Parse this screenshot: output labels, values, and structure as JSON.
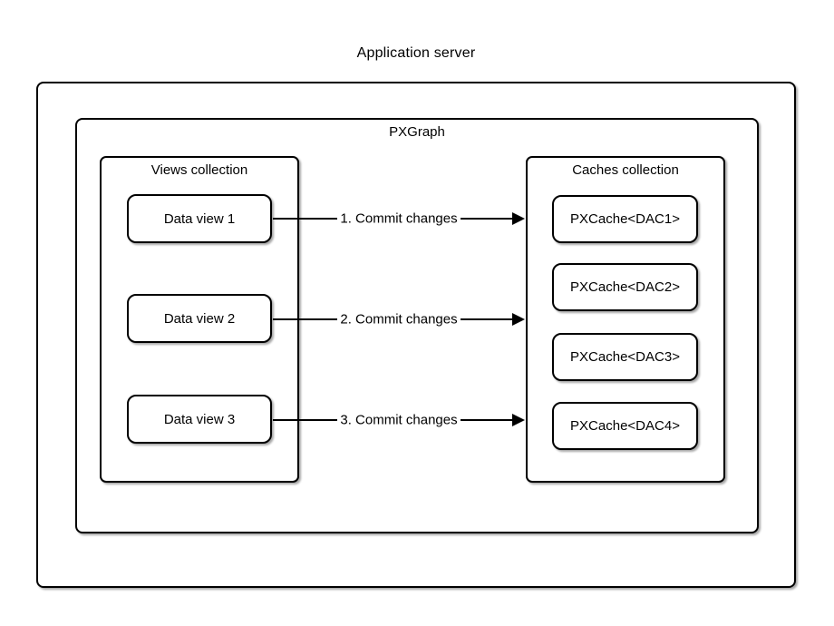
{
  "diagram": {
    "title": "Application server",
    "graph": {
      "label": "PXGraph"
    },
    "views_collection": {
      "label": "Views collection",
      "items": [
        {
          "label": "Data view 1"
        },
        {
          "label": "Data view 2"
        },
        {
          "label": "Data view 3"
        }
      ]
    },
    "caches_collection": {
      "label": "Caches collection",
      "items": [
        {
          "label": "PXCache<DAC1>"
        },
        {
          "label": "PXCache<DAC2>"
        },
        {
          "label": "PXCache<DAC3>"
        },
        {
          "label": "PXCache<DAC4>"
        }
      ]
    },
    "arrows": [
      {
        "label": "1. Commit changes",
        "from": "Data view 1",
        "to": "Caches collection"
      },
      {
        "label": "2. Commit changes",
        "from": "Data view 2",
        "to": "Caches collection"
      },
      {
        "label": "3. Commit changes",
        "from": "Data view 3",
        "to": "Caches collection"
      }
    ],
    "colors": {
      "line": "#000000",
      "background": "#ffffff",
      "text": "#000000"
    }
  }
}
